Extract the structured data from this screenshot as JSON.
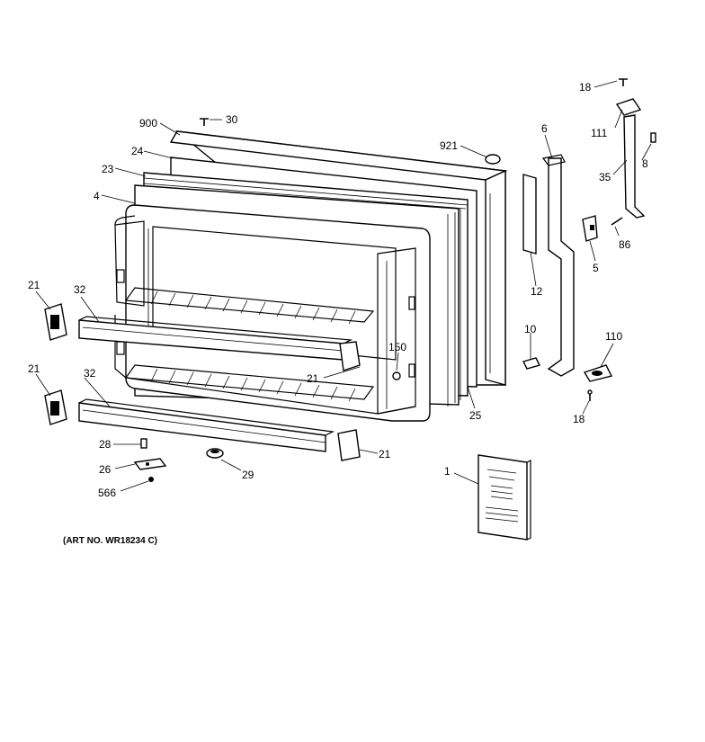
{
  "labels": {
    "l_18a": "18",
    "l_111": "111",
    "l_8": "8",
    "l_35": "35",
    "l_900": "900",
    "l_30": "30",
    "l_24": "24",
    "l_921": "921",
    "l_6": "6",
    "l_23": "23",
    "l_4": "4",
    "l_86": "86",
    "l_5": "5",
    "l_12": "12",
    "l_21a": "21",
    "l_32a": "32",
    "l_10": "10",
    "l_110": "110",
    "l_150": "150",
    "l_21b": "21",
    "l_21c": "21",
    "l_32b": "32",
    "l_25": "25",
    "l_18b": "18",
    "l_28": "28",
    "l_21d": "21",
    "l_26": "26",
    "l_29": "29",
    "l_566": "566",
    "l_1": "1"
  },
  "art_number": "(ART NO. WR18234 C)"
}
